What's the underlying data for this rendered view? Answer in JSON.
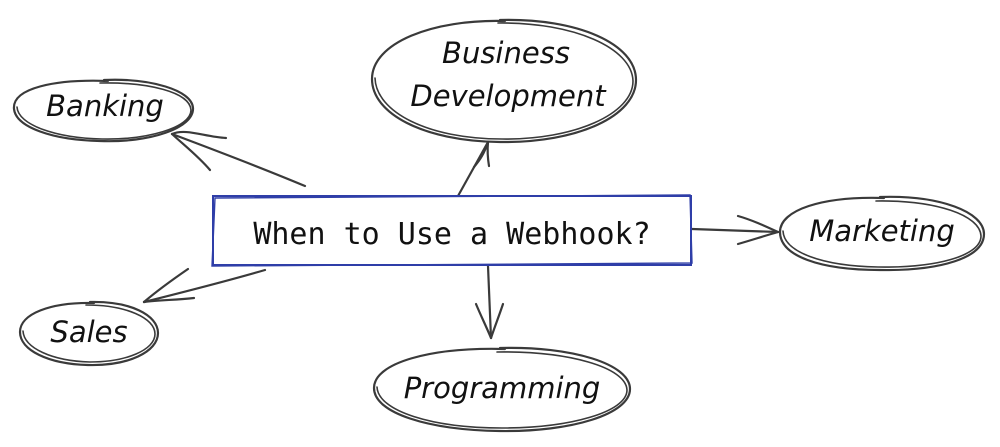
{
  "center": {
    "label": "When to Use a Webhook?"
  },
  "nodes": {
    "banking": "Banking",
    "business_line1": "Business",
    "business_line2": "Development",
    "marketing": "Marketing",
    "sales": "Sales",
    "programming": "Programming"
  },
  "colors": {
    "stroke": "#3a3a3a",
    "center_border": "#2f3ea8",
    "text": "#111111"
  }
}
